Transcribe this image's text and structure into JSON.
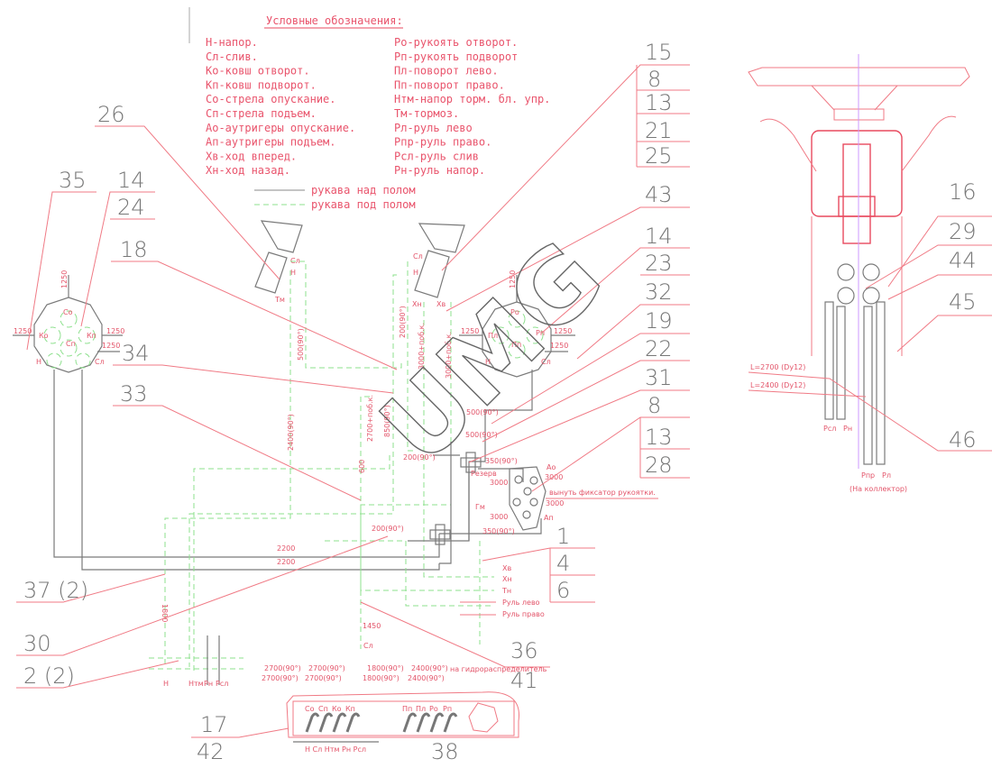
{
  "legend": {
    "title": "Условные обозначения:",
    "left": [
      "Н-напор.",
      "Сл-слив.",
      "Ко-ковш отворот.",
      "Кп-ковш подворот.",
      "Со-стрела опускание.",
      "Сп-стрела подъем.",
      "Ао-аутригеры опускание.",
      "Ап-аутригеры подъем.",
      "Хв-ход вперед.",
      "Хн-ход назад."
    ],
    "right": [
      "Ро-рукоять отворот.",
      "Рп-рукоять подворот",
      "Пл-поворот лево.",
      "Пп-поворот право.",
      "Нтм-напор торм. бл. упр.",
      "Тм-тормоз.",
      "Рл-руль лево",
      "Рпр-руль право.",
      "Рсл-руль слив",
      "Рн-руль напор."
    ],
    "line_above": "рукава над полом",
    "line_below": "рукава под полом"
  },
  "callouts": {
    "c35": "35",
    "c14a": "14",
    "c24": "24",
    "c26": "26",
    "c18": "18",
    "c34": "34",
    "c33": "33",
    "c15": "15",
    "c8a": "8",
    "c13a": "13",
    "c21": "21",
    "c25": "25",
    "c43": "43",
    "c14b": "14",
    "c23": "23",
    "c32": "32",
    "c19": "19",
    "c22": "22",
    "c31": "31",
    "c8b": "8",
    "c13b": "13",
    "c28": "28",
    "c1": "1",
    "c4": "4",
    "c6": "6",
    "c37": "37 (2)",
    "c30": "30",
    "c2": "2 (2)",
    "c36": "36",
    "c41": "41",
    "c17": "17",
    "c42": "42",
    "c38": "38",
    "c16": "16",
    "c29": "29",
    "c44": "44",
    "c45": "45",
    "c46": "46"
  },
  "left_circle": {
    "top": "Со",
    "left": "Ко",
    "right": "Кп",
    "center": "Сп",
    "bl": "Н",
    "br": "Сл",
    "d_top": "1250",
    "d_left": "1250",
    "d_right": "1250",
    "d_right2": "1250"
  },
  "right_circle": {
    "top": "Ро",
    "left": "Пл",
    "right": "Рп",
    "center": "Пп",
    "bl": "Н",
    "br": "Сл",
    "d_top": "1250",
    "d_left": "1250",
    "d_right": "1250",
    "d_right2": "1250"
  },
  "buckets": {
    "left_sl": "Сл",
    "left_n": "Н",
    "left_tm": "Тм",
    "right_sl": "Сл",
    "right_n": "Н",
    "right_xn": "Хн",
    "right_xv": "Хв"
  },
  "hoses": {
    "h500v": "500(90°)",
    "h2400v": "2400(90°)",
    "h2700pk": "2700+поб.к.",
    "h850": "850(90°)",
    "h200v": "200(90°)",
    "h3000a": "3000+поб.к.",
    "h3000b": "3000+поб.к.",
    "h500a": "500(90°)",
    "h500b": "500(90°)",
    "h600": "600",
    "h1800": "1800",
    "h1450": "1450",
    "h2200a": "2200",
    "h2200b": "2200",
    "h200a": "200(90°)",
    "h200b": "200(90°)",
    "h350a": "350(90°)",
    "h350b": "350(90°)",
    "sl": "Сл"
  },
  "valve": {
    "rezerv": "Резерв",
    "ao": "Ао",
    "ap": "Ап",
    "gm": "Гм",
    "d1": "3000",
    "d2": "3000",
    "d3": "3000",
    "d4": "3000",
    "note": "вынуть фиксатор рукоятки."
  },
  "outlets": {
    "xv": "Хв",
    "xn": "Хн",
    "tn": "Тн",
    "rl": "Руль лево",
    "rp": "Руль право"
  },
  "bottom_left": {
    "n": "Н",
    "ntm": "Нтм",
    "rn": "Рн",
    "rsl": "Рсл"
  },
  "panel": {
    "t1": "2700(90°)",
    "t2": "2700(90°)",
    "t3": "2700(90°)",
    "t4": "2700(90°)",
    "t5": "1800(90°)",
    "t6": "1800(90°)",
    "t7": "2400(90°)",
    "t8": "2400(90°)",
    "to_valve": "на гидрораспределитель",
    "levers": [
      "Со",
      "Сп",
      "Ко",
      "Кп",
      "Пп",
      "Пл",
      "Ро",
      "Рп"
    ],
    "ports": "Н Сл Нтм Рн Рсл"
  },
  "column": {
    "l2700": "L=2700 (Dy12)",
    "l2400": "L=2400 (Dy12)",
    "rsl": "Рсл",
    "rn": "Рн",
    "rpr": "Рпр",
    "rl": "Рл",
    "collector": "(На коллектор)"
  },
  "watermark": "UMG"
}
